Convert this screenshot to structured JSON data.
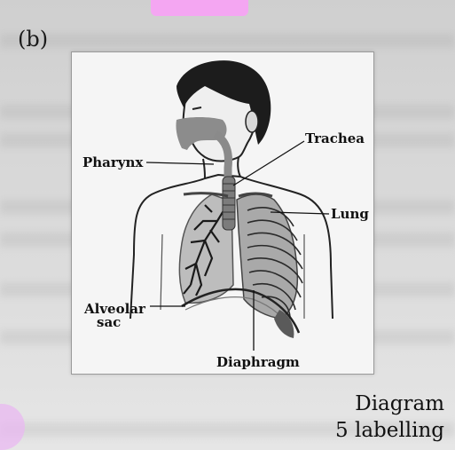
{
  "figure_label": "(b)",
  "labels": {
    "pharynx": "Pharynx",
    "trachea": "Trachea",
    "lung": "Lung",
    "alveolar_line1": "Alveolar",
    "alveolar_line2": "sac",
    "diaphragm": "Diaphragm"
  },
  "caption": {
    "line1": "Diagram",
    "line2": "5 labelling"
  }
}
